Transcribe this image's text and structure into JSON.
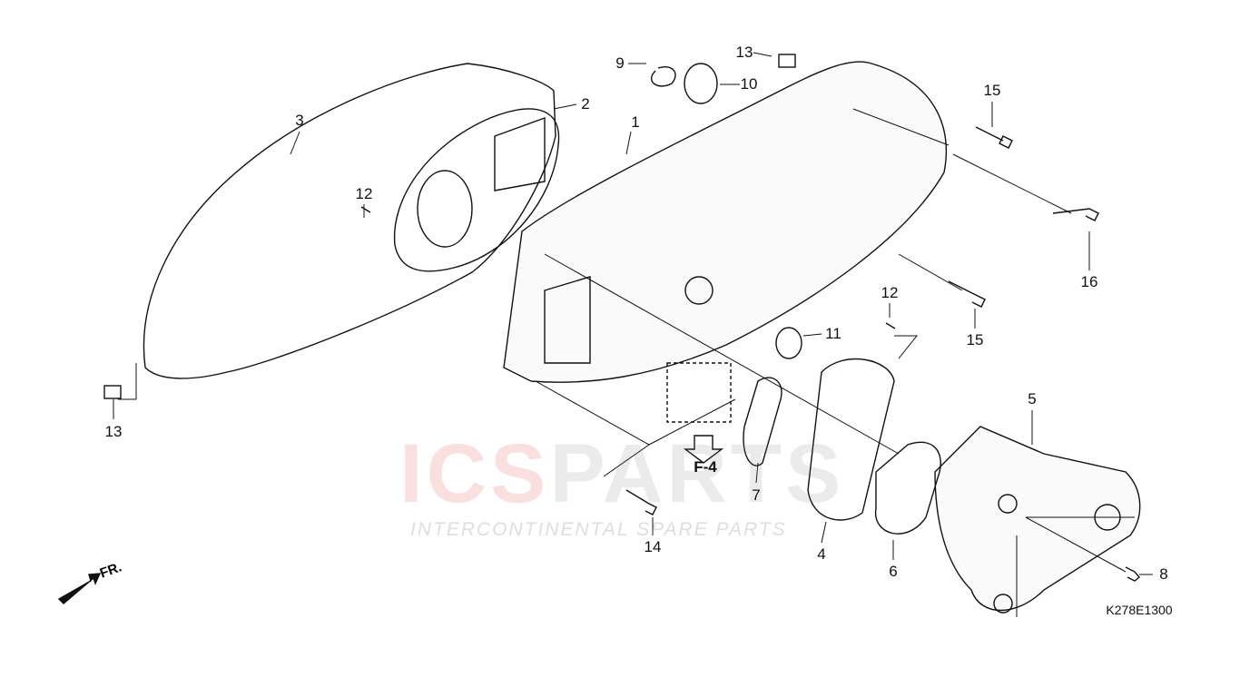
{
  "callouts": [
    "1",
    "2",
    "3",
    "4",
    "5",
    "6",
    "7",
    "8",
    "9",
    "10",
    "11",
    "12",
    "12",
    "13",
    "13",
    "14",
    "15",
    "15",
    "16"
  ],
  "reference": "F-4",
  "direction": "FR.",
  "diagram_code": "K278E1300",
  "watermark": {
    "brand_red": "ICS",
    "brand_grey": "PARTS",
    "tagline": "INTERCONTINENTAL SPARE PARTS"
  }
}
